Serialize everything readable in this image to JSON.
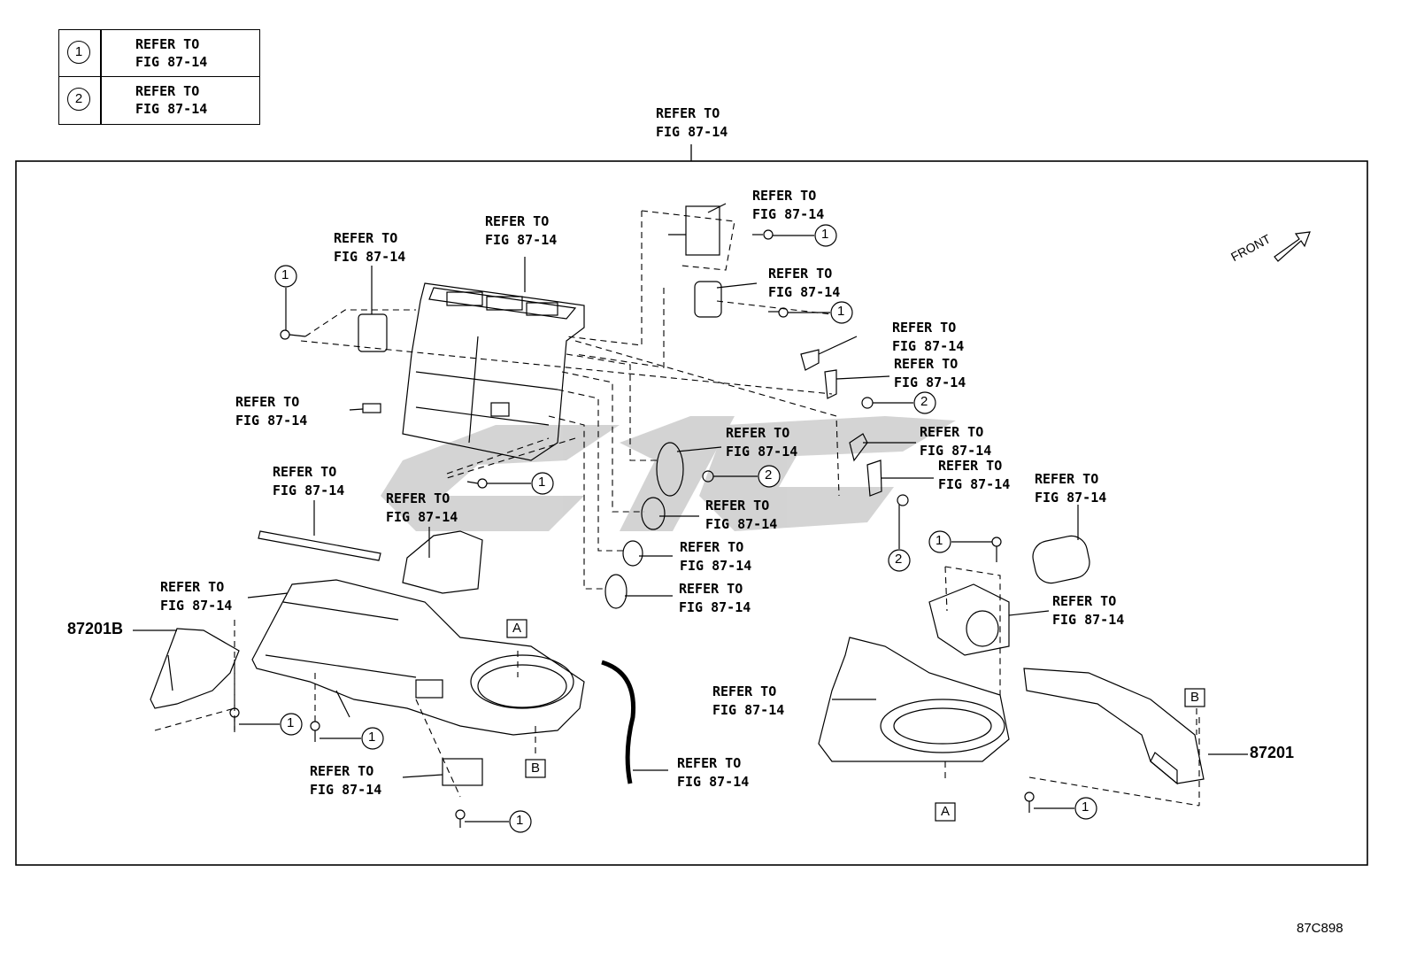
{
  "legend": [
    {
      "symbol": "1",
      "text": "REFER TO\nFIG 87-14"
    },
    {
      "symbol": "2",
      "text": "REFER TO\nFIG 87-14"
    }
  ],
  "labels": {
    "refer": "REFER TO\nFIG 87-14"
  },
  "part_numbers": {
    "left_duct": "87201B",
    "right_duct": "87201"
  },
  "markers": {
    "a": "A",
    "b": "B"
  },
  "callouts": {
    "one": "1",
    "two": "2"
  },
  "front_label": "FRONT",
  "figure_code": "87C898"
}
